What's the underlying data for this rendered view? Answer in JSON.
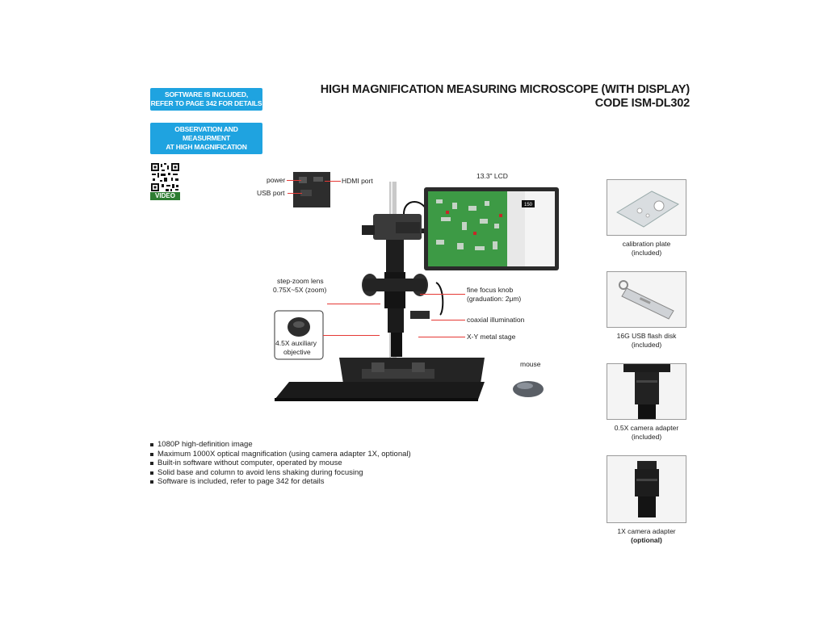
{
  "badges": [
    {
      "line1": "SOFTWARE IS INCLUDED,",
      "line2": "REFER TO PAGE 342 FOR DETAILS"
    },
    {
      "line1": "OBSERVATION AND MEASURMENT",
      "line2": "AT HIGH MAGNIFICATION"
    }
  ],
  "header": {
    "title": "HIGH MAGNIFICATION MEASURING MICROSCOPE (WITH DISPLAY)",
    "code": "CODE ISM-DL302"
  },
  "qr": {
    "label": "VIDEO"
  },
  "callouts": {
    "power": "power",
    "usb_port": "USB port",
    "hdmi_port": "HDMI port",
    "lcd": "13.3\" LCD",
    "lcd_brand": "150",
    "step_zoom_line1": "step-zoom lens",
    "step_zoom_line2": "0.75X~5X (zoom)",
    "aux_line1": "4.5X auxiliary",
    "aux_line2": "objective",
    "fine_focus_line1": "fine focus knob",
    "fine_focus_line2": "(graduation: 2μm)",
    "coaxial": "coaxial illumination",
    "xy_stage": "X-Y metal stage",
    "mouse": "mouse"
  },
  "accessories": [
    {
      "name": "calibration plate",
      "note": "(included)",
      "icon": "calibration-plate-icon"
    },
    {
      "name": "16G USB flash disk",
      "note": "(included)",
      "icon": "usb-flash-disk-icon"
    },
    {
      "name": "0.5X camera adapter",
      "note": "(included)",
      "icon": "camera-adapter-05x-icon"
    },
    {
      "name": "1X camera adapter",
      "note": "(optional)",
      "icon": "camera-adapter-1x-icon"
    }
  ],
  "features": [
    "1080P high-definition image",
    "Maximum 1000X optical magnification (using camera adapter 1X, optional)",
    "Built-in software without computer, operated by mouse",
    "Solid base and column to avoid lens shaking during focusing",
    "Software is included, refer to page 342 for details"
  ],
  "colors": {
    "badge": "#1fa3e0",
    "lead_line": "#e53935",
    "pcb": "#2f8f3a"
  }
}
